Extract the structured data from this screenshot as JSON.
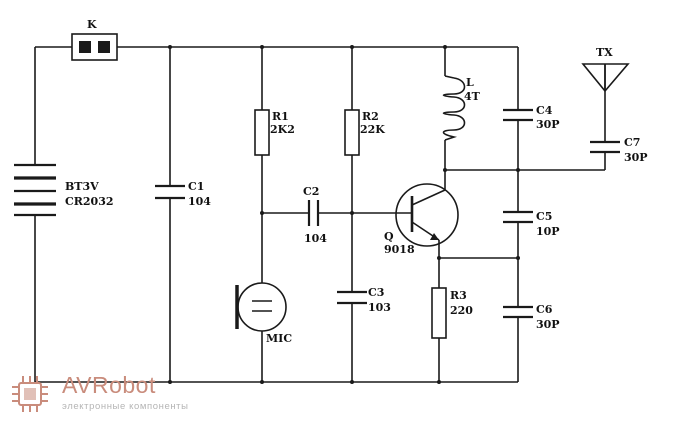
{
  "components": {
    "switch": {
      "ref": "K"
    },
    "battery": {
      "ref": "BT3V",
      "value": "CR2032"
    },
    "c1": {
      "ref": "C1",
      "value": "104"
    },
    "r1": {
      "ref": "R1",
      "value": "2K2"
    },
    "r2": {
      "ref": "R2",
      "value": "22K"
    },
    "c2": {
      "ref": "C2",
      "value": "104"
    },
    "inductor": {
      "ref": "L",
      "value": "4T"
    },
    "c4": {
      "ref": "C4",
      "value": "30P"
    },
    "transistor": {
      "ref": "Q",
      "value": "9018"
    },
    "c5": {
      "ref": "C5",
      "value": "10P"
    },
    "c3": {
      "ref": "C3",
      "value": "103"
    },
    "mic": {
      "ref": "MIC"
    },
    "r3": {
      "ref": "R3",
      "value": "220"
    },
    "c6": {
      "ref": "C6",
      "value": "30P"
    },
    "c7": {
      "ref": "C7",
      "value": "30P"
    },
    "antenna": {
      "ref": "TX"
    }
  },
  "watermark": {
    "brand": "AVRobot",
    "tagline": "электронные компоненты",
    "colors": {
      "brand": "#c98c7c",
      "tagline": "#b5b5b5"
    }
  }
}
